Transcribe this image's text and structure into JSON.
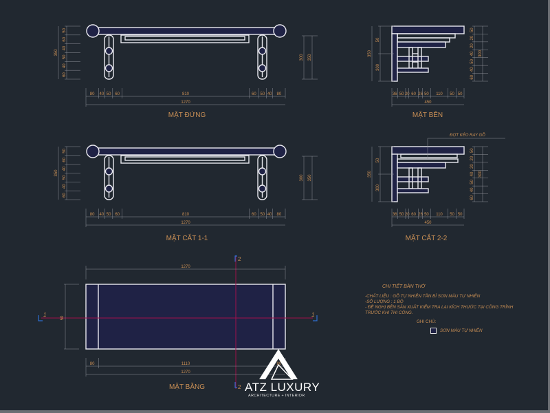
{
  "views": {
    "front": {
      "title": "MẶT ĐỨNG",
      "bottom_dims": [
        "80",
        "40",
        "50",
        "60",
        "810",
        "60",
        "50",
        "40",
        "80"
      ],
      "bottom_values": [
        80,
        40,
        50,
        60,
        810,
        60,
        50,
        40,
        80
      ],
      "total": "1270",
      "left_dims": [
        "50",
        "60",
        "40",
        "50",
        "40",
        "60"
      ],
      "left_total": "350",
      "right_dims": [
        "300"
      ],
      "right_total": "350"
    },
    "side": {
      "title": "MẶT BÊN",
      "bottom_dims": [
        "36",
        "50",
        "20",
        "60",
        "26",
        "50",
        "110",
        "50",
        "50"
      ],
      "bottom_values": [
        36,
        50,
        20,
        60,
        26,
        50,
        110,
        50,
        50
      ],
      "total": "450",
      "left_dims": [
        "50",
        "300"
      ],
      "left_total": "350",
      "right_dims": [
        "50",
        "20",
        "20",
        "40",
        "50",
        "40",
        "60"
      ],
      "right_total": "300"
    },
    "section_1": {
      "title": "MẶT CẮT 1-1",
      "bottom_dims": [
        "80",
        "40",
        "50",
        "60",
        "810",
        "60",
        "50",
        "40",
        "80"
      ],
      "bottom_values": [
        80,
        40,
        50,
        60,
        810,
        60,
        50,
        40,
        80
      ],
      "total": "1270",
      "left_dims": [
        "50",
        "60",
        "40",
        "50",
        "40",
        "60"
      ],
      "left_total": "350",
      "right_dims": [
        "300"
      ],
      "right_total": "350"
    },
    "section_2": {
      "title": "MẶT CẮT 2-2",
      "annotation": "ĐỢT KÉO RAY GỖ",
      "bottom_dims": [
        "36",
        "50",
        "20",
        "60",
        "26",
        "50",
        "110",
        "50",
        "50"
      ],
      "bottom_values": [
        36,
        50,
        20,
        60,
        26,
        50,
        110,
        50,
        50
      ],
      "total": "450",
      "left_dims": [
        "50",
        "300"
      ],
      "left_total": "350",
      "right_dims": [
        "50",
        "20",
        "20",
        "40",
        "50",
        "40",
        "60"
      ],
      "right_total": "300"
    },
    "plan": {
      "title": "MẶT BẰNG",
      "top_total": "1270",
      "bottom_dims": [
        "80",
        "1110",
        "80"
      ],
      "bottom_values": [
        80,
        1110,
        80
      ],
      "total": "1270",
      "depth": "50",
      "section_marks": {
        "h": "1",
        "v": "2"
      }
    }
  },
  "notes": {
    "title": "CHI TIẾT BÀN THỜ",
    "lines": [
      "-CHẤT LIỆU : GỖ TỰ NHIÊN TẦN BÌ SƠN MÀU TỰ NHIÊN",
      "-SỐ LƯỢNG : 1 BỘ",
      "- ĐỀ NGHỊ BÊN SẢN XUẤT KIỂM TRA LẠI KÍCH THƯỚC TẠI CÔNG TRÌNH",
      "TRƯỚC KHI THI CÔNG."
    ],
    "legend_title": "GHI CHÚ:",
    "legend_item": "SƠN MÀU TỰ NHIÊN"
  },
  "logo": {
    "name": "ATZ LUXURY",
    "tagline": "ARCHITECTURE + INTERIOR"
  },
  "colors": {
    "background": "#212830",
    "line": "#e9e9ef",
    "text": "#c98f55",
    "section_line": "#a0104a",
    "fill": "#1f2245"
  }
}
